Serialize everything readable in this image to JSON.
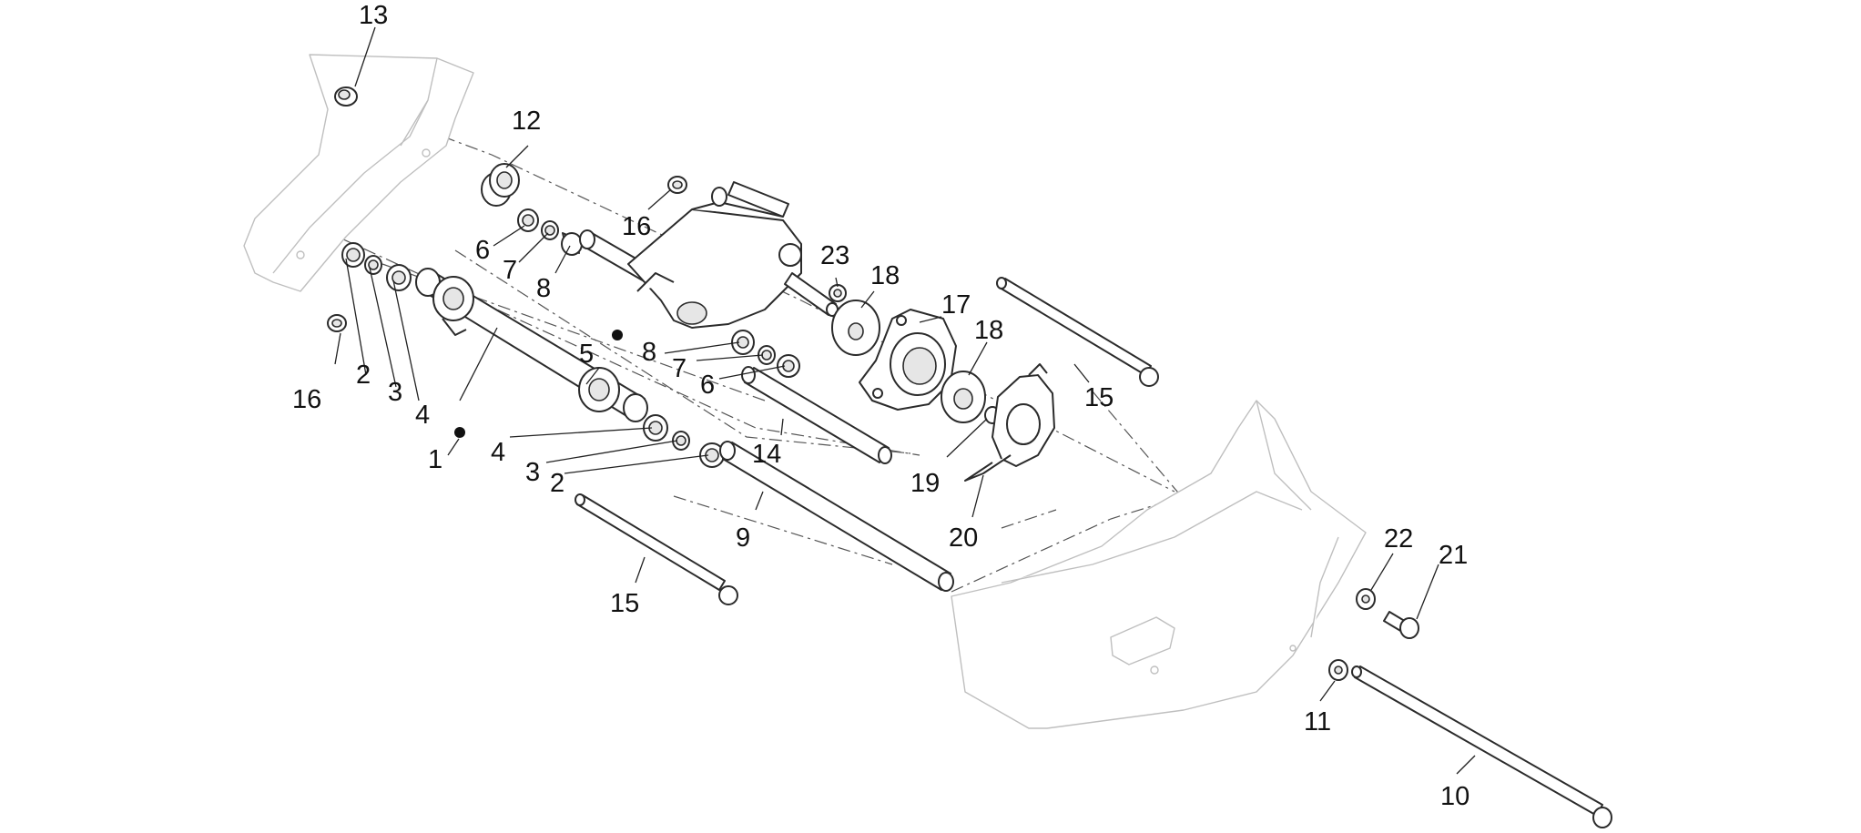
{
  "callouts": {
    "c1": "1",
    "c2a": "2",
    "c2b": "2",
    "c3a": "3",
    "c3b": "3",
    "c4a": "4",
    "c4b": "4",
    "c5": "5",
    "c6a": "6",
    "c6b": "6",
    "c7a": "7",
    "c7b": "7",
    "c8a": "8",
    "c8b": "8",
    "c9": "9",
    "c10": "10",
    "c11": "11",
    "c12": "12",
    "c13": "13",
    "c14": "14",
    "c15a": "15",
    "c15b": "15",
    "c16a": "16",
    "c16b": "16",
    "c17": "17",
    "c18a": "18",
    "c18b": "18",
    "c19": "19",
    "c20": "20",
    "c21": "21",
    "c22": "22",
    "c23": "23"
  }
}
